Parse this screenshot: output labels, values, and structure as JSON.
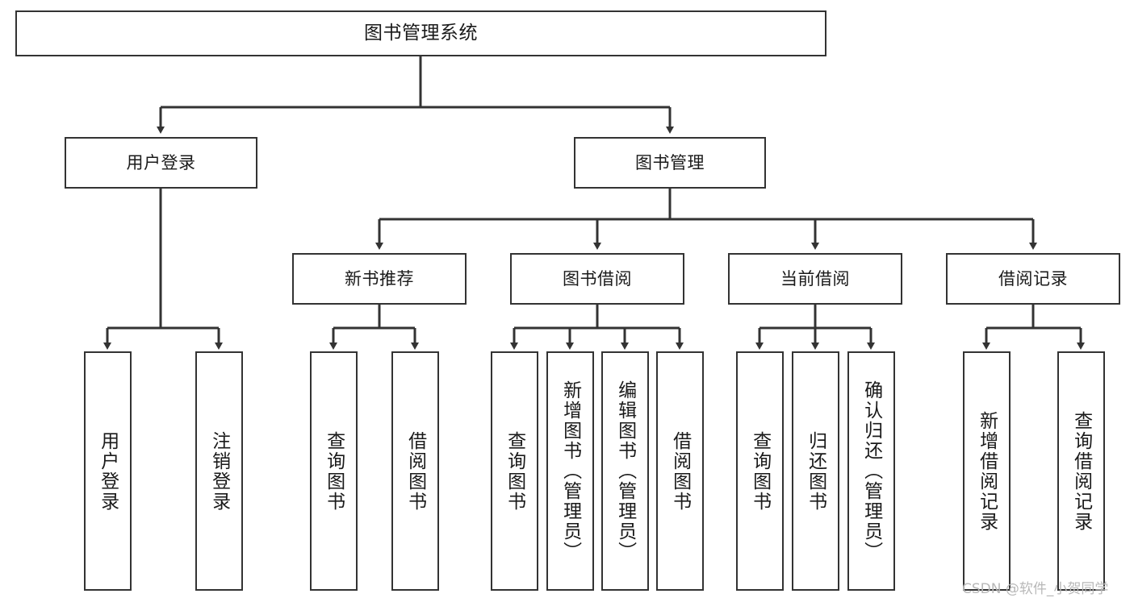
{
  "diagram": {
    "title": "图书管理系统",
    "background": "#ffffff",
    "line_color": "#333333",
    "text_color": "#1a1a1a",
    "levels": {
      "level1": [
        "图书管理系统"
      ],
      "level2": [
        "用户登录",
        "图书管理"
      ],
      "level3": [
        "新书推荐",
        "图书借阅",
        "当前借阅",
        "借阅记录"
      ],
      "level4": [
        "用户登录",
        "注销登录",
        "查询图书",
        "借阅图书",
        "查询图书",
        "新增图书（管理员）",
        "编辑图书（管理员）",
        "借阅图书",
        "查询图书",
        "归还图书",
        "确认归还（管理员）",
        "新增借阅记录",
        "查询借阅记录"
      ]
    }
  },
  "nodes": {
    "root": {
      "label": "图书管理系统"
    },
    "user_login": {
      "label": "用户登录"
    },
    "book_manage": {
      "label": "图书管理"
    },
    "new_book_rec": {
      "label": "新书推荐"
    },
    "book_borrow": {
      "label": "图书借阅"
    },
    "current_borrow": {
      "label": "当前借阅"
    },
    "borrow_record": {
      "label": "借阅记录"
    },
    "leaf_user_login": {
      "label": "用户登录"
    },
    "leaf_logout": {
      "label": "注销登录"
    },
    "leaf_query_book_a": {
      "label": "查询图书"
    },
    "leaf_borrow_book_a": {
      "label": "借阅图书"
    },
    "leaf_query_book_b": {
      "label": "查询图书"
    },
    "leaf_add_book": {
      "label": "新增图书（管理员）"
    },
    "leaf_edit_book": {
      "label": "编辑图书（管理员）"
    },
    "leaf_borrow_book_b": {
      "label": "借阅图书"
    },
    "leaf_query_book_c": {
      "label": "查询图书"
    },
    "leaf_return_book": {
      "label": "归还图书"
    },
    "leaf_confirm_return": {
      "label": "确认归还（管理员）"
    },
    "leaf_add_record": {
      "label": "新增借阅记录"
    },
    "leaf_query_record": {
      "label": "查询借阅记录"
    }
  },
  "watermark": {
    "text": "CSDN @软件_小贺同学",
    "color": "#b8b8b8"
  }
}
